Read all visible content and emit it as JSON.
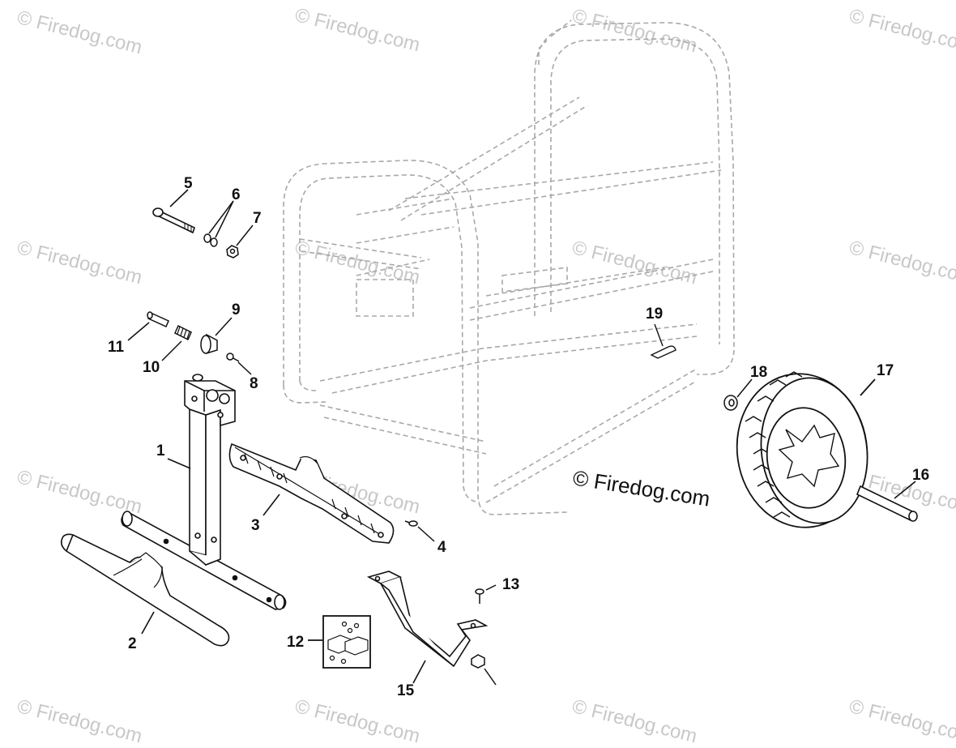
{
  "watermark": {
    "text": "© Firedog.com"
  },
  "copyright": {
    "text": "© Firedog.com"
  },
  "callouts": {
    "c1": "1",
    "c2": "2",
    "c3": "3",
    "c4": "4",
    "c5": "5",
    "c6": "6",
    "c7": "7",
    "c8": "8",
    "c9": "9",
    "c10": "10",
    "c11": "11",
    "c12": "12",
    "c13": "13",
    "c15": "15",
    "c16": "16",
    "c17": "17",
    "c18": "18",
    "c19": "19"
  },
  "colors": {
    "line": "#111111",
    "ghost": "#b0b0b0",
    "watermark": "#c8c8c8"
  }
}
